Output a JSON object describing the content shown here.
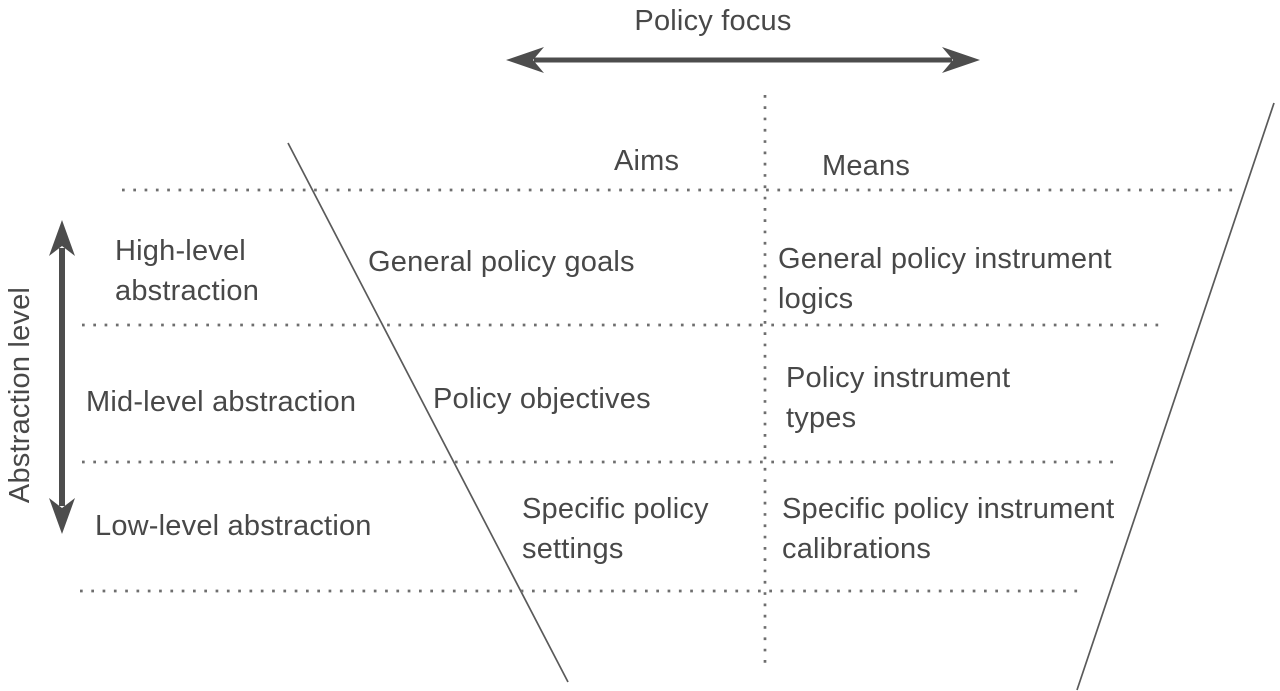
{
  "figure": {
    "top_axis": {
      "title": "Policy focus"
    },
    "left_axis": {
      "title": "Abstraction level"
    },
    "columns": [
      {
        "label": "Aims"
      },
      {
        "label": "Means"
      }
    ],
    "rows": [
      {
        "label": "High-level abstraction",
        "aims": "General policy goals",
        "means": "General policy instrument logics"
      },
      {
        "label": "Mid-level abstraction",
        "aims": "Policy objectives",
        "means": "Policy instrument types"
      },
      {
        "label": "Low-level abstraction",
        "aims": "Specific policy settings",
        "means": "Specific policy instrument calibrations"
      }
    ],
    "colors": {
      "text": "#484848",
      "arrow": "#4d4d4d",
      "diagonal_line": "#5a5a5a",
      "dotted_line": "#6e6e6e",
      "background": "#ffffff"
    }
  }
}
